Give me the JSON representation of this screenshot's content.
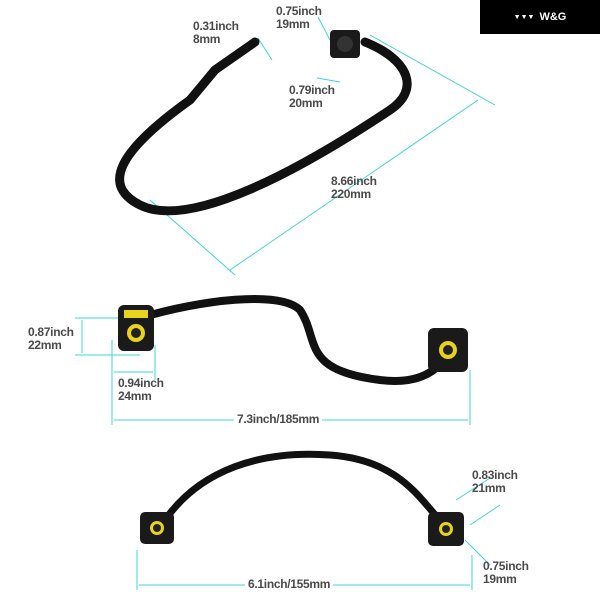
{
  "brand": {
    "logo_mark": "▼▼▼",
    "name": "W&G"
  },
  "colors": {
    "dimension_line": "#3fd4d4",
    "hose": "#111111",
    "connector_accent": "#e8d21a"
  },
  "top_hose": {
    "tip_diameter": {
      "inch": "0.31inch",
      "mm": "8mm"
    },
    "connector_height": {
      "inch": "0.75inch",
      "mm": "19mm"
    },
    "connector_width": {
      "inch": "0.79inch",
      "mm": "20mm"
    },
    "length": {
      "inch": "8.66inch",
      "mm": "220mm"
    }
  },
  "middle_hose": {
    "connector_height": {
      "inch": "0.87inch",
      "mm": "22mm"
    },
    "connector_width": {
      "inch": "0.94inch",
      "mm": "24mm"
    },
    "length": "7.3inch/185mm"
  },
  "bottom_hose": {
    "connector_height": {
      "inch": "0.83inch",
      "mm": "21mm"
    },
    "connector_width": {
      "inch": "0.75inch",
      "mm": "19mm"
    },
    "length": "6.1inch/155mm"
  }
}
